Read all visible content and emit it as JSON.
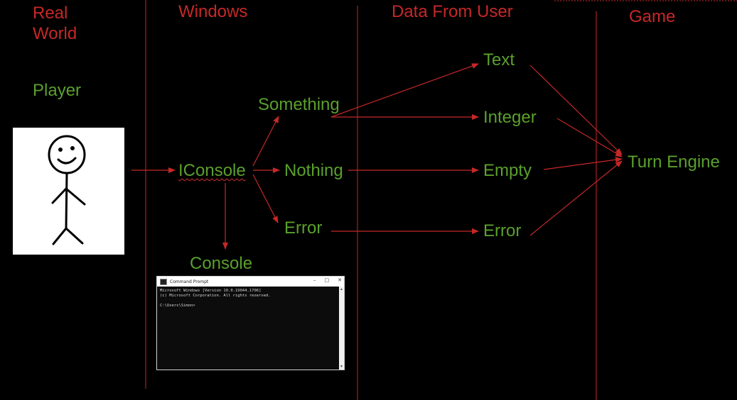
{
  "lanes": {
    "real_world": "Real\nWorld",
    "windows": "Windows",
    "data_from_user": "Data From User",
    "game": "Game"
  },
  "nodes": {
    "player": "Player",
    "iconsole": "IConsole",
    "console": "Console",
    "something": "Something",
    "nothing": "Nothing",
    "error_windows": "Error",
    "text": "Text",
    "integer": "Integer",
    "empty": "Empty",
    "error_data": "Error",
    "turn_engine": "Turn Engine"
  },
  "console_window": {
    "title": "Command Prompt",
    "line1": "Microsoft Windows [Version 10.0.19044.1706]",
    "line2": "(c) Microsoft Corporation. All rights reserved.",
    "line3": "C:\\Users\\Simon>"
  },
  "colors": {
    "heading": "#c62828",
    "node": "#5aa02c",
    "arrow": "#c62828",
    "background": "#000000"
  }
}
